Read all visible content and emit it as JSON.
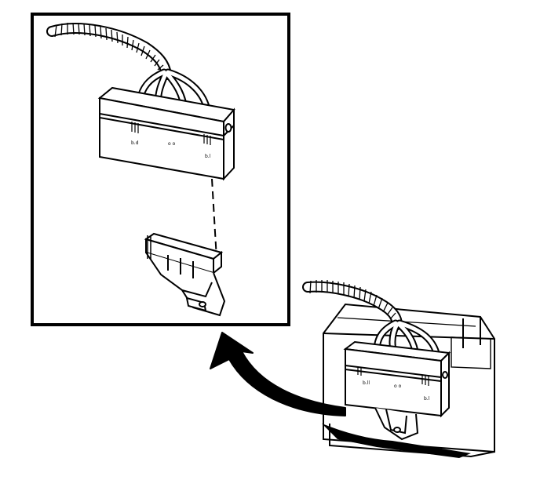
{
  "diagram": {
    "inset_labels": {
      "left": "b.d",
      "middle": "o o",
      "right": "b.l"
    },
    "main_labels": {
      "left": "b.ll",
      "middle": "o o",
      "right": "b.l"
    },
    "colors": {
      "ink": "#000000",
      "paper": "#ffffff"
    }
  }
}
